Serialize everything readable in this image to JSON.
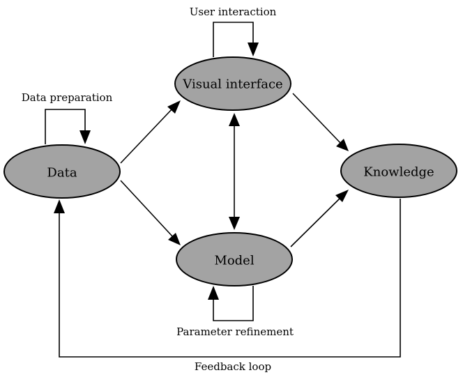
{
  "nodes": {
    "visual_interface": "Visual interface",
    "data": "Data",
    "knowledge": "Knowledge",
    "model": "Model"
  },
  "edge_labels": {
    "user_interaction": "User interaction",
    "data_preparation": "Data preparation",
    "parameter_refinement": "Parameter refinement",
    "feedback_loop": "Feedback loop"
  },
  "colors": {
    "node_fill": "#a3a3a3",
    "stroke": "#000000",
    "background": "#ffffff"
  }
}
